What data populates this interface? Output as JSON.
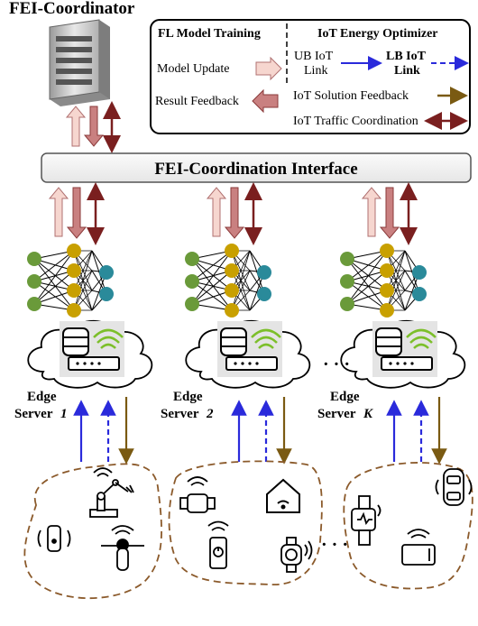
{
  "coordinator": {
    "title": "FEI-Coordinator"
  },
  "legend": {
    "fl_header": "FL Model Training",
    "iot_header": "IoT Energy Optimizer",
    "model_update": "Model Update",
    "result_feedback": "Result Feedback",
    "ub_link": [
      "UB IoT",
      "Link"
    ],
    "lb_link": [
      "LB IoT",
      "Link"
    ],
    "solution_feedback": "IoT Solution Feedback",
    "traffic_coordination": "IoT Traffic Coordination"
  },
  "interface": {
    "label": "FEI-Coordination Interface"
  },
  "edge_servers": [
    {
      "line1": "Edge",
      "line2": "Server",
      "index": "1"
    },
    {
      "line1": "Edge",
      "line2": "Server",
      "index": "2"
    },
    {
      "line1": "Edge",
      "line2": "Server",
      "index": "K"
    }
  ],
  "ellipsis": "· · ·",
  "colors": {
    "model_update_fill": "#f6d6cf",
    "result_feedback_fill": "#c98080",
    "traffic_stroke": "#7a1f1f",
    "link_blue": "#2a2adb",
    "solution_brown": "#7a5a12",
    "node_green": "#6a9a3a",
    "node_gold": "#c8a000",
    "node_teal": "#2a8a9a",
    "cloud_dash": "#8b5a2b"
  },
  "icons": [
    "server-rack-icon",
    "router-icon",
    "wifi-icon",
    "robot-arm-icon",
    "smartwatch-icon",
    "smart-home-icon",
    "smartphone-icon",
    "car-icon",
    "sensor-icon"
  ]
}
